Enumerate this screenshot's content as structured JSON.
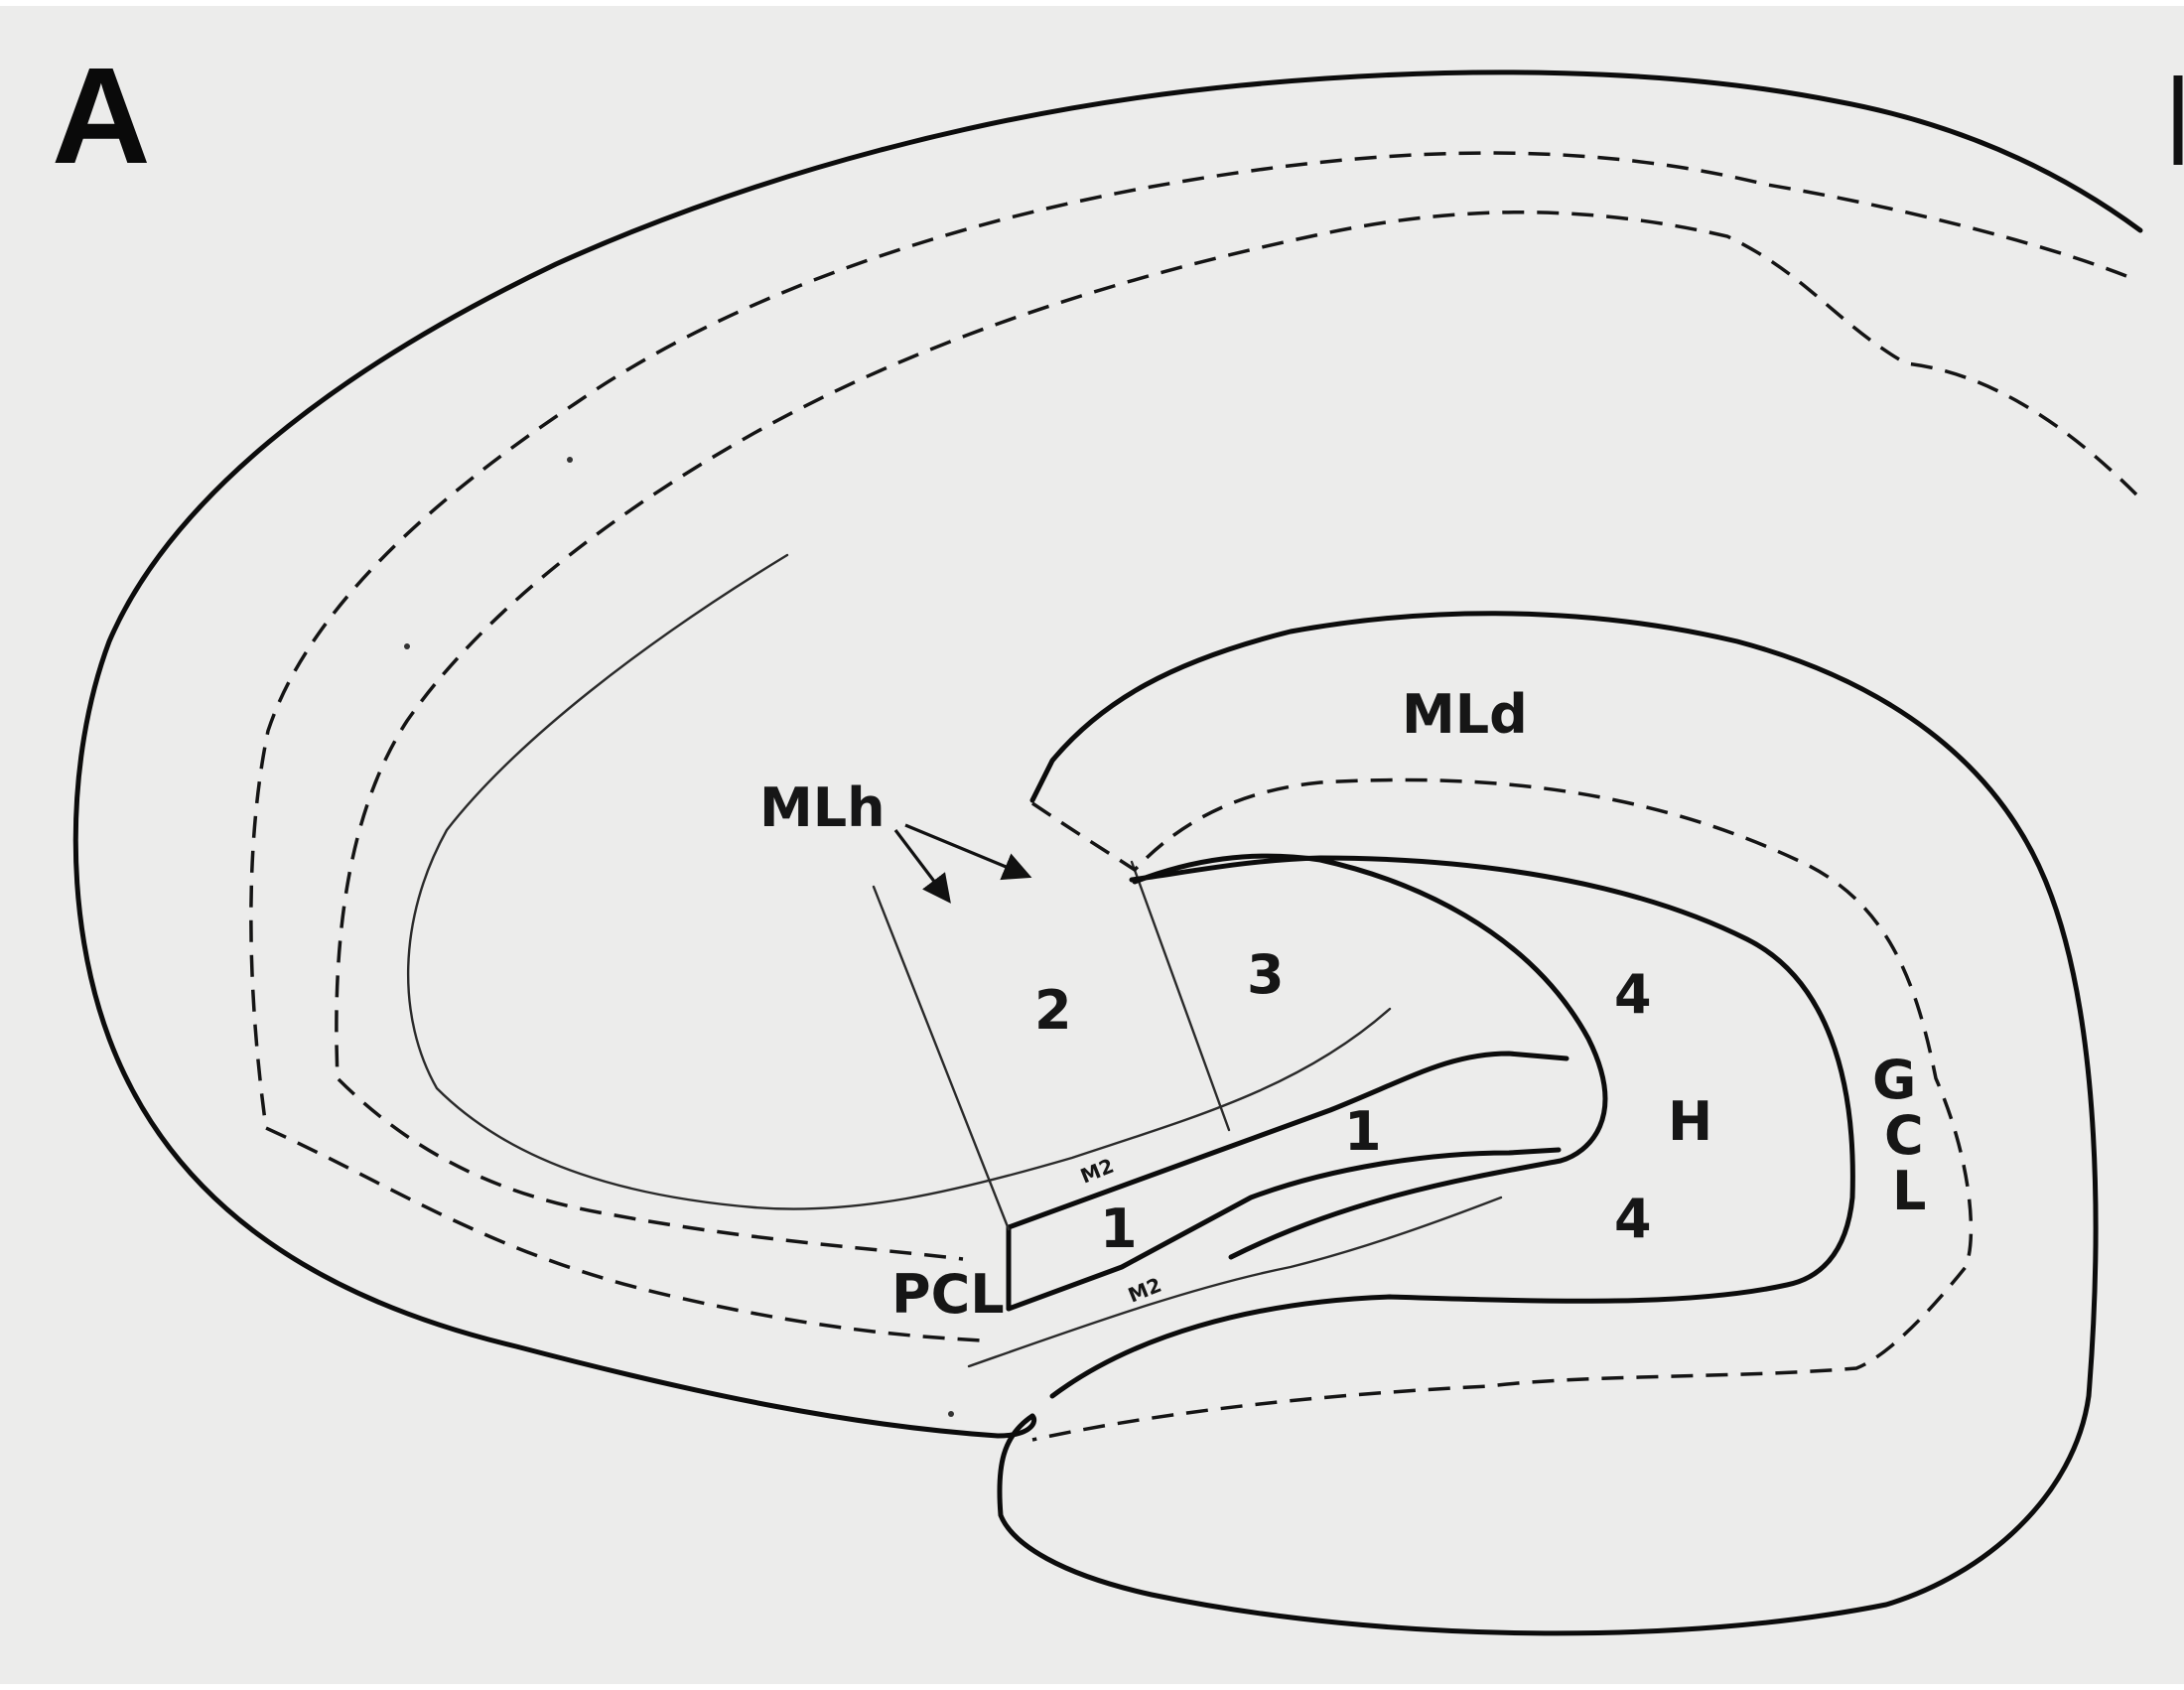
{
  "panel_letter": "A",
  "labels": {
    "mld": "MLd",
    "mlh": "MLh",
    "region_2": "2",
    "region_3": "3",
    "region_4_upper": "4",
    "region_4_lower": "4",
    "hilus": "H",
    "region_1_upper": "1",
    "region_1_lower": "1",
    "pcl": "PCL",
    "gcl_g": "G",
    "gcl_c": "C",
    "gcl_l": "L",
    "small_label_upper": "M2",
    "small_label_lower": "M2"
  }
}
